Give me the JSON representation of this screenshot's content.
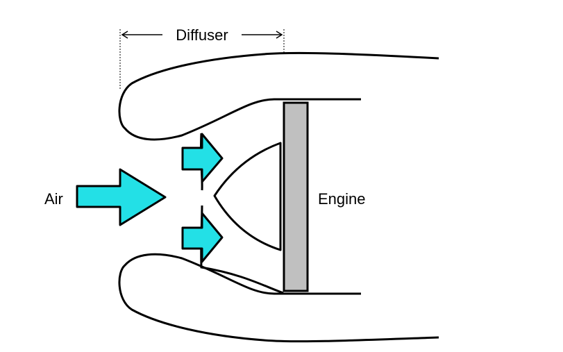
{
  "labels": {
    "diffuser": "Diffuser",
    "air": "Air",
    "engine": "Engine"
  },
  "colors": {
    "arrow_fill": "#23E0E6",
    "engine_fill": "#C0C0C0",
    "stroke": "#000000"
  }
}
